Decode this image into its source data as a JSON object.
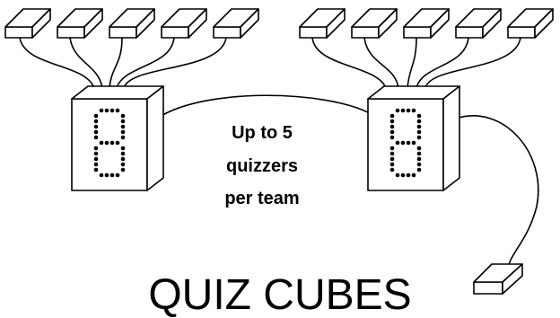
{
  "caption": {
    "line1": "Up to 5",
    "line2": "quizzers",
    "line3": "per team"
  },
  "title": "QUIZ CUBES",
  "teams": [
    {
      "name": "left-team",
      "pads": 5
    },
    {
      "name": "right-team",
      "pads": 5
    }
  ]
}
